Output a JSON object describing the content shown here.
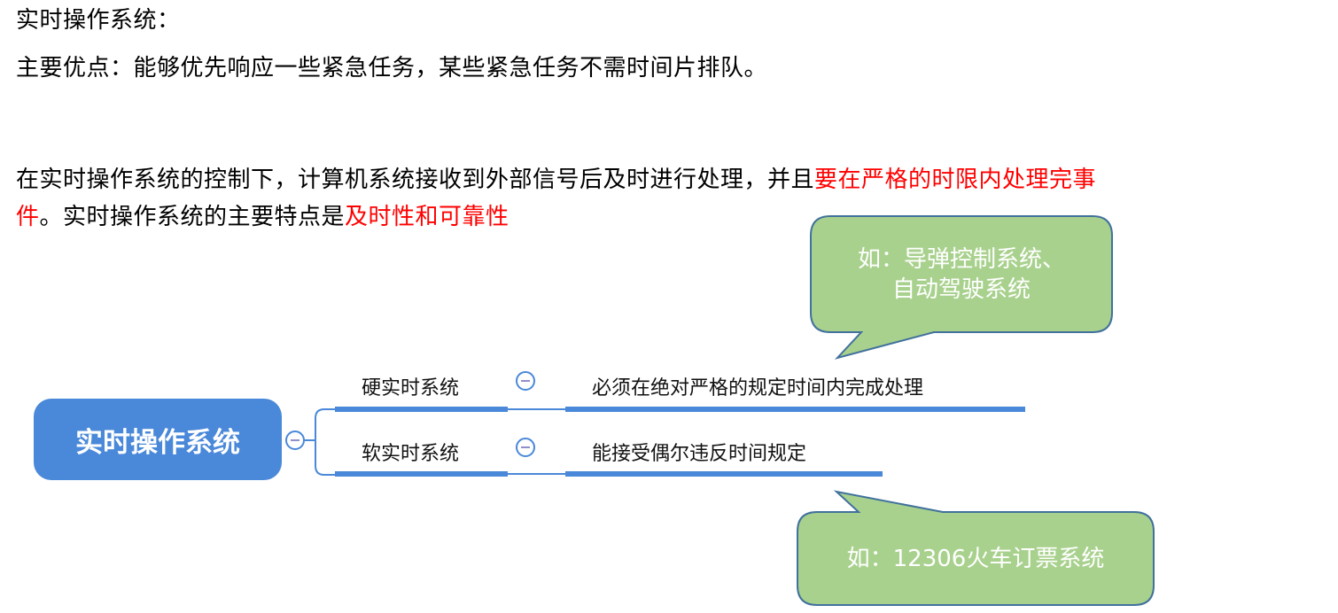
{
  "document": {
    "heading": "实时操作系统：",
    "advantage_line": "主要优点：能够优先响应一些紧急任务，某些紧急任务不需时间片排队。",
    "description": {
      "line1_normal": "在实时操作系统的控制下，计算机系统接收到外部信号后及时进行处理，并且",
      "line1_red": "要在严格的时限内处理完事",
      "line2_red_start": "件",
      "line2_normal": "。实时操作系统的主要特点是",
      "line2_red_end": "及时性和可靠性"
    }
  },
  "mindmap": {
    "root": {
      "label": "实时操作系统",
      "color": "#4a88d9",
      "collapse_icon": "minus-circle-icon"
    },
    "branches": [
      {
        "label": "硬实时系统",
        "collapse_icon": "minus-circle-icon",
        "child": "必须在绝对严格的规定时间内完成处理"
      },
      {
        "label": "软实时系统",
        "collapse_icon": "minus-circle-icon",
        "child": "能接受偶尔违反时间规定"
      }
    ]
  },
  "callouts": [
    {
      "text": "如：导弹控制系统、自动驾驶系统",
      "line1": "如：导弹控制系统、",
      "line2": "自动驾驶系统",
      "fill": "#a9d18e",
      "stroke": "#41719c",
      "points_to": "硬实时系统"
    },
    {
      "text": "如：12306火车订票系统",
      "fill": "#a9d18e",
      "stroke": "#41719c",
      "points_to": "软实时系统"
    }
  ],
  "colors": {
    "accent_red": "#ff0000",
    "node_blue": "#4a88d9",
    "callout_green": "#a9d18e",
    "callout_border": "#41719c"
  }
}
